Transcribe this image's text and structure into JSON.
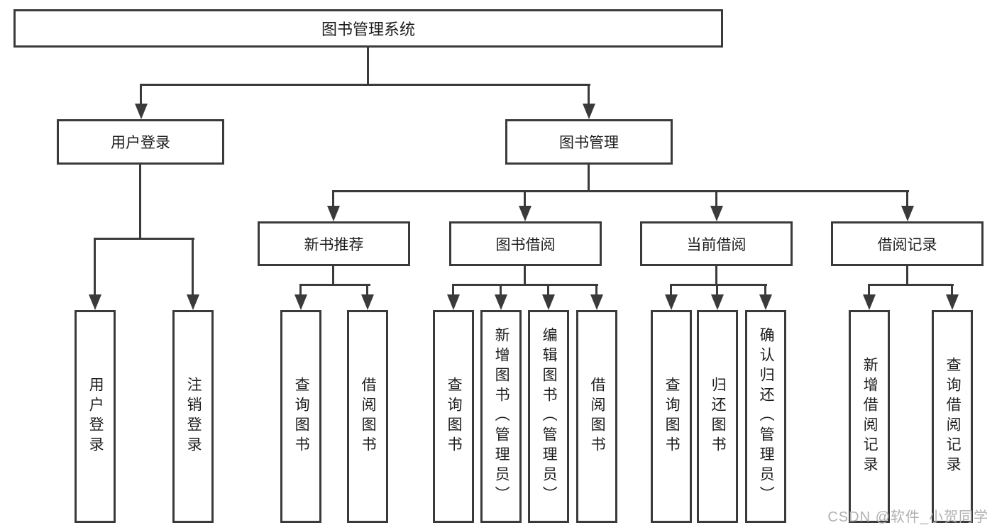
{
  "colors": {
    "line": "#3a3a3a",
    "text": "#1c1c1c",
    "box_bg": "#ffffff",
    "background": "#ffffff",
    "watermark": "#b0b0b0"
  },
  "watermark": {
    "text": "CSDN @软件_小贺同学"
  },
  "tree": {
    "root": "图书管理系统",
    "children": [
      {
        "label": "用户登录",
        "children": [
          {
            "label": "用户登录"
          },
          {
            "label": "注销登录"
          }
        ]
      },
      {
        "label": "图书管理",
        "children": [
          {
            "label": "新书推荐",
            "children": [
              {
                "label": "查询图书"
              },
              {
                "label": "借阅图书"
              }
            ]
          },
          {
            "label": "图书借阅",
            "children": [
              {
                "label": "查询图书"
              },
              {
                "label": "新增图书（管理员）"
              },
              {
                "label": "编辑图书（管理员）"
              },
              {
                "label": "借阅图书"
              }
            ]
          },
          {
            "label": "当前借阅",
            "children": [
              {
                "label": "查询图书"
              },
              {
                "label": "归还图书"
              },
              {
                "label": "确认归还（管理员）"
              }
            ]
          },
          {
            "label": "借阅记录",
            "children": [
              {
                "label": "新增借阅记录"
              },
              {
                "label": "查询借阅记录"
              }
            ]
          }
        ]
      }
    ]
  }
}
